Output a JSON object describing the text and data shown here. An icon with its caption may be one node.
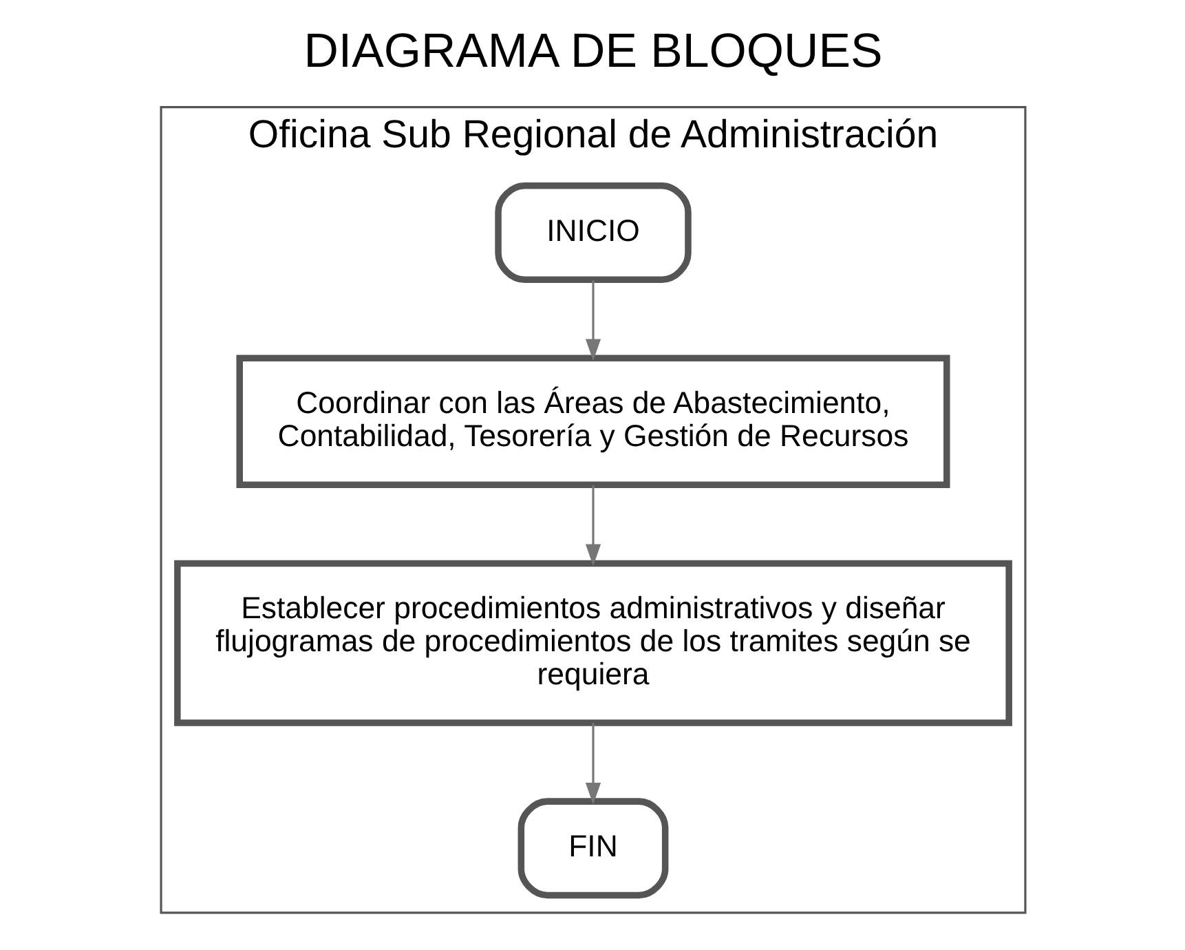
{
  "diagram": {
    "title": "DIAGRAMA DE BLOQUES",
    "nodes": [
      {
        "text": [
          "Oficina Sub Regional de Administración"
        ]
      },
      {
        "text": [
          "INICIO"
        ],
        "in": 0
      },
      {
        "text": [
          "Coordinar con las Áreas de Abastecimiento, Contabilidad, Tesorería y Gestión de Recursos"
        ],
        "in": 0
      },
      {
        "text": [
          "Establecer procedimientos administrativos y diseñar flujogramas de procedimientos de los tramites según se requiera"
        ],
        "in": 0
      },
      {
        "text": [
          "FIN"
        ],
        "in": 0
      }
    ],
    "edges": [
      {
        "from": 1,
        "to": 2,
        "arrow": "to"
      },
      {
        "from": 2,
        "to": 3,
        "arrow": "to"
      },
      {
        "from": 3,
        "to": 4,
        "arrow": "to"
      }
    ]
  }
}
